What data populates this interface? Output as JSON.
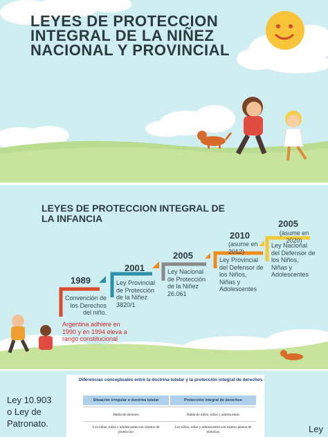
{
  "slide1": {
    "title": "LEYES DE PROTECCION INTEGRAL DE LA NIÑEZ NACIONAL Y PROVINCIAL"
  },
  "slide2": {
    "title": "LEYES DE PROTECCION INTEGRAL DE LA INFANCIA",
    "timeline": [
      {
        "year": "1989",
        "desc": "Convención de los Derechos del niño.",
        "note": "Argentina adhiere en 1990 y en 1994 eleva a rango constitucional",
        "color": "#d84a2b"
      },
      {
        "year": "2001",
        "desc": "Ley Provincial de Protección de la Niñez 3820/1",
        "color": "#2d8fa8"
      },
      {
        "year": "2005",
        "desc": "Ley Nacional de Protección de la Niñez 26.061",
        "color": "#8a8a8a"
      },
      {
        "year": "2010",
        "year_note": "(asume en 2012)",
        "desc": "Ley Provincial del Defensor de los Niños, Niñas y Adolescentes",
        "color": "#f08a1a"
      },
      {
        "year": "2005",
        "year_note": "(asume en 2020)",
        "desc": "Ley Nacional del Defensor de los Niños, Niñas y Adolescentes",
        "color": "#f3c737"
      }
    ]
  },
  "slide3": {
    "left_text": "Ley 10.903 o Ley de Patronato.",
    "right_text": "Ley",
    "table": {
      "title": "Diferencias conceptuales entre la doctrina tutelar y la protección integral de derechos",
      "headers": [
        "Situación irregular o doctrina tutelar",
        "Protección integral de derechos"
      ],
      "rows": [
        [
          "Habla de menores",
          "Habla de niños, niñas y adolescentes"
        ],
        [
          "Los niños, niñas y adolescentes son objetos de protección",
          "Los niños, niñas y adolescentes son sujetos plenos de derechos"
        ]
      ]
    }
  }
}
